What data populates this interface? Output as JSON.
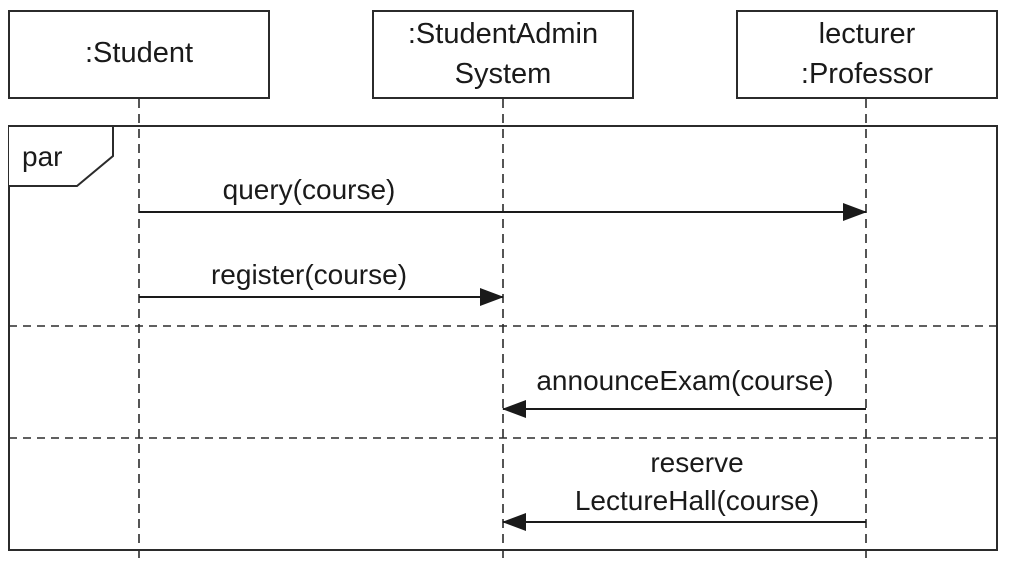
{
  "diagram": {
    "type": "sequence",
    "colors": {
      "stroke": "#2b2b2b",
      "text": "#1a1a1a",
      "background": "#ffffff"
    },
    "participants": [
      {
        "id": "student",
        "lines": [
          ":Student"
        ]
      },
      {
        "id": "admin",
        "lines": [
          ":StudentAdmin",
          "System"
        ]
      },
      {
        "id": "professor",
        "lines": [
          "lecturer",
          ":Professor"
        ]
      }
    ],
    "fragment": {
      "operator": "par",
      "operands": [
        {
          "messages": [
            {
              "from": "student",
              "to": "professor",
              "lines": [
                "query(course)"
              ]
            },
            {
              "from": "student",
              "to": "admin",
              "lines": [
                "register(course)"
              ]
            }
          ]
        },
        {
          "messages": [
            {
              "from": "professor",
              "to": "admin",
              "lines": [
                "announceExam(course)"
              ]
            }
          ]
        },
        {
          "messages": [
            {
              "from": "professor",
              "to": "admin",
              "lines": [
                "reserve",
                "LectureHall(course)"
              ]
            }
          ]
        }
      ]
    }
  }
}
